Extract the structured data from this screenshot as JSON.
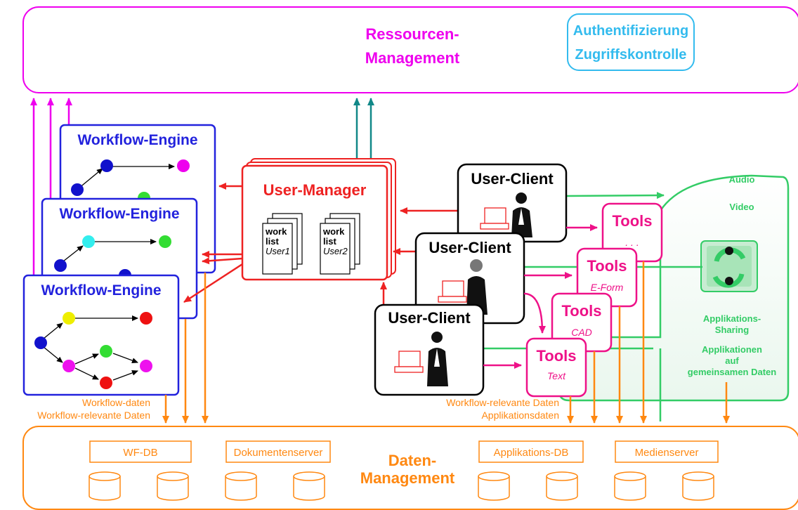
{
  "resource_management": {
    "line1": "Ressourcen-",
    "line2": "Management"
  },
  "auth_box": {
    "line1": "Authentifizierung",
    "line2": "Zugriffskontrolle"
  },
  "workflow_engines": [
    "Workflow-Engine",
    "Workflow-Engine",
    "Workflow-Engine"
  ],
  "user_manager": {
    "title": "User-Manager",
    "worklists": [
      {
        "line1": "work",
        "line2": "list",
        "user": "User1"
      },
      {
        "line1": "work",
        "line2": "list",
        "user": "User2"
      }
    ]
  },
  "user_clients": [
    "User-Client",
    "User-Client",
    "User-Client"
  ],
  "tools": [
    {
      "title": "Tools",
      "sub": ". . ."
    },
    {
      "title": "Tools",
      "sub": "E-Form"
    },
    {
      "title": "Tools",
      "sub": "CAD"
    },
    {
      "title": "Tools",
      "sub": "Text"
    }
  ],
  "collab": {
    "audio": "Audio",
    "video": "Video",
    "sharing_line1": "Applikations-",
    "sharing_line2": "Sharing",
    "shared_line1": "Applikationen",
    "shared_line2": "auf",
    "shared_line3": "gemeinsamen Daten"
  },
  "flow_labels": {
    "wf_data": "Workflow-daten",
    "wf_relevant_left": "Workflow-relevante Daten",
    "wf_relevant_right": "Workflow-relevante Daten",
    "app_data": "Applikationsdaten"
  },
  "data_management": {
    "line1": "Daten-",
    "line2": "Management",
    "stores": [
      "WF-DB",
      "Dokumentenserver",
      "Applikations-DB",
      "Medienserver"
    ]
  },
  "colors": {
    "magenta": "#ee00ee",
    "cyan": "#33bbee",
    "blue": "#2222dd",
    "red": "#ee2222",
    "teal": "#118888",
    "green": "#33cc66",
    "pink": "#ee1188",
    "orange": "#ff8811"
  }
}
